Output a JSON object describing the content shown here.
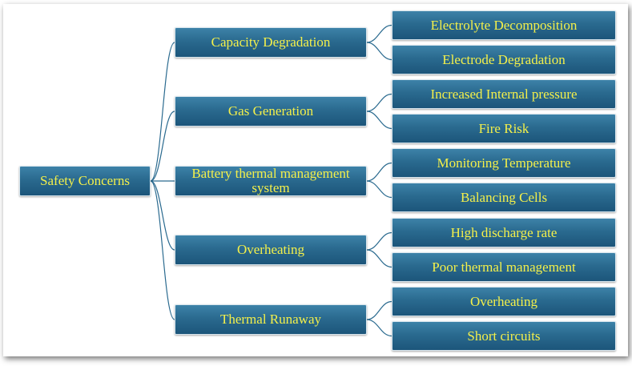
{
  "diagram": {
    "root": {
      "label": "Safety Concerns"
    },
    "branches": [
      {
        "label": "Capacity Degradation",
        "children": [
          "Electrolyte Decomposition",
          "Electrode Degradation"
        ]
      },
      {
        "label": "Gas Generation",
        "children": [
          "Increased Internal pressure",
          "Fire Risk"
        ]
      },
      {
        "label": "Battery thermal management system",
        "children": [
          "Monitoring Temperature",
          "Balancing Cells"
        ]
      },
      {
        "label": "Overheating",
        "children": [
          "High discharge rate",
          "Poor thermal management"
        ]
      },
      {
        "label": "Thermal Runaway",
        "children": [
          "Overheating",
          "Short circuits"
        ]
      }
    ],
    "colors": {
      "box_fill": "#2a6a8f",
      "box_text": "#f4f04a",
      "connector": "#2a6a8f"
    }
  }
}
